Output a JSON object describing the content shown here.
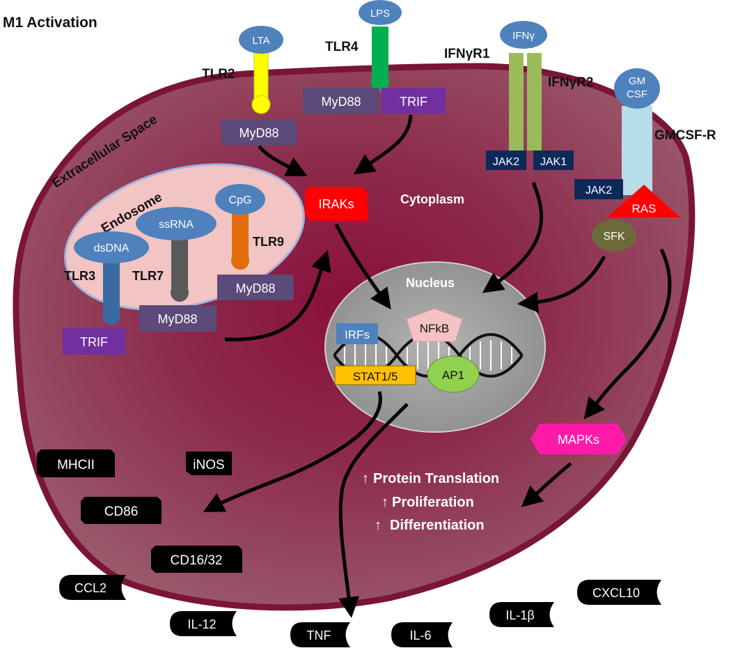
{
  "title": "M1 Activation",
  "regions": {
    "extracellular": "Extracellular Space",
    "endosome": "Endosome",
    "cytoplasm": "Cytoplasm",
    "nucleus": "Nucleus"
  },
  "receptors": {
    "tlr2": "TLR2",
    "tlr4": "TLR4",
    "tlr3": "TLR3",
    "tlr7": "TLR7",
    "tlr9": "TLR9",
    "ifngr1": "IFNγR1",
    "ifngr2": "IFNγR2",
    "gmcsfr": "GMCSF-R"
  },
  "ligands": {
    "lta": "LTA",
    "lps": "LPS",
    "ifng": "IFNγ",
    "gmcsf_1": "GM",
    "gmcsf_2": "CSF",
    "dsdna": "dsDNA",
    "ssrna": "ssRNA",
    "cpg": "CpG"
  },
  "adaptors": {
    "myd88": "MyD88",
    "trif": "TRIF",
    "jak1": "JAK1",
    "jak2": "JAK2",
    "iraks": "IRAKs",
    "ras": "RAS",
    "sfk": "SFK",
    "mapks": "MAPKs"
  },
  "transcription_factors": {
    "irfs": "IRFs",
    "nfkb": "NFkB",
    "stat": "STAT1/5",
    "ap1": "AP1"
  },
  "outcomes": [
    "Protein Translation",
    "Proliferation",
    "Differentiation"
  ],
  "surface_markers": [
    "MHCII",
    "iNOS",
    "CD86",
    "CD16/32"
  ],
  "secreted": [
    "CCL2",
    "IL-12",
    "TNF",
    "IL-6",
    "IL-1β",
    "CXCL10"
  ],
  "colors": {
    "cell_edge": "#7a1536",
    "cell_fill": "#8f3a55",
    "endosome_fill": "#f2c4c4",
    "ligand_blue": "#4f81bd",
    "myd88": "#5b4a7a",
    "trif": "#7030a0",
    "jak": "#0b2a5a",
    "irak_red": "#ff0000",
    "mapk_pink": "#ff1aa8",
    "stat_gold": "#ffc000",
    "ap1_green": "#92d050",
    "nfkb_pink": "#f4c2c2",
    "sfk_olive": "#6b6a3a"
  }
}
